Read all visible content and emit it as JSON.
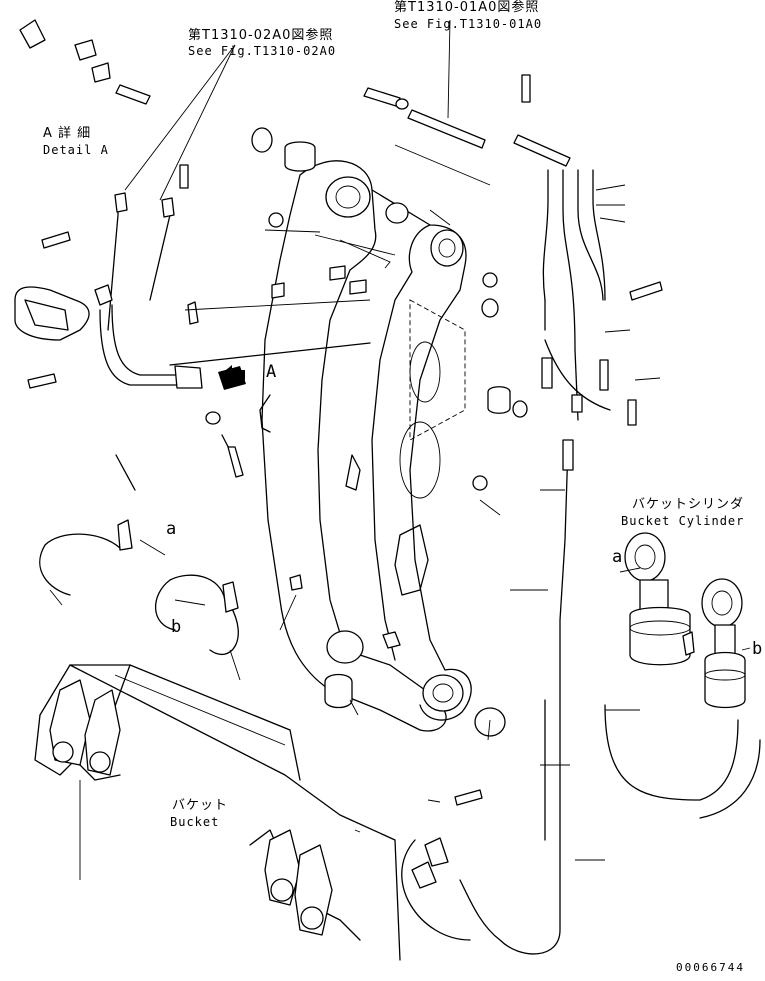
{
  "labels": {
    "fig_ref_1_jp": "第T1310-01A0図参照",
    "fig_ref_1_en": "See Fig.T1310-01A0",
    "fig_ref_2_jp": "第T1310-02A0図参照",
    "fig_ref_2_en": "See Fig.T1310-02A0",
    "detail_a_jp": "A 詳 細",
    "detail_a_en": "Detail A",
    "view_a": "A",
    "bucket_cylinder_jp": "バケットシリンダ",
    "bucket_cylinder_en": "Bucket Cylinder",
    "bucket_jp": "バケット",
    "bucket_en": "Bucket",
    "mark_a_left": "a",
    "mark_b_left": "b",
    "mark_a_right": "a",
    "mark_b_right": "b",
    "drawing_number": "00066744"
  }
}
